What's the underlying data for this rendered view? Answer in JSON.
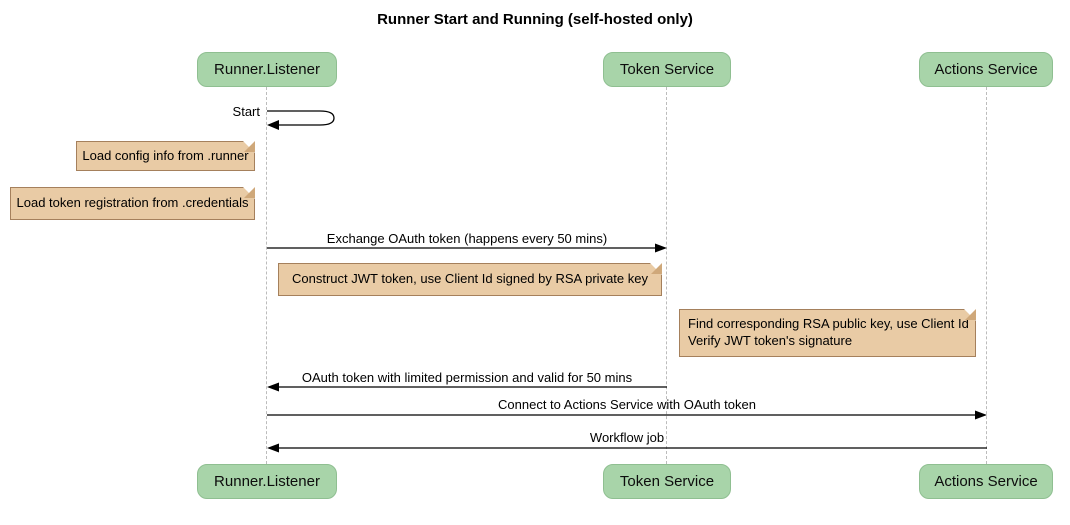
{
  "diagram": {
    "title": "Runner Start and Running (self-hosted only)",
    "participants": [
      {
        "name": "Runner.Listener"
      },
      {
        "name": "Token Service"
      },
      {
        "name": "Actions Service"
      }
    ],
    "messages": [
      {
        "label": "Start",
        "from": "Runner.Listener",
        "to": "Runner.Listener",
        "type": "self"
      },
      {
        "label": "Exchange OAuth token (happens every 50 mins)",
        "from": "Runner.Listener",
        "to": "Token Service",
        "type": "solid"
      },
      {
        "label": "OAuth token with limited permission and valid for 50 mins",
        "from": "Token Service",
        "to": "Runner.Listener",
        "type": "solid"
      },
      {
        "label": "Connect to Actions Service with OAuth token",
        "from": "Runner.Listener",
        "to": "Actions Service",
        "type": "solid"
      },
      {
        "label": "Workflow job",
        "from": "Actions Service",
        "to": "Runner.Listener",
        "type": "solid"
      }
    ],
    "notes": [
      {
        "text": "Load config info from .runner",
        "position": "left of Runner.Listener"
      },
      {
        "text": "Load token registration from .credentials",
        "position": "left of Runner.Listener"
      },
      {
        "text": "Construct JWT token, use Client Id signed by RSA private key",
        "position": "right of Runner.Listener"
      },
      {
        "text": "Find corresponding RSA public key, use Client Id\nVerify JWT token's signature",
        "position": "left of Actions Service"
      }
    ],
    "colors": {
      "participant_fill": "#a8d4a9",
      "participant_border": "#8fbf91",
      "note_fill": "#e9cba5",
      "note_border": "#a5805c",
      "lifeline": "#bcbcbc",
      "arrow": "#000000",
      "background": "#ffffff"
    }
  }
}
